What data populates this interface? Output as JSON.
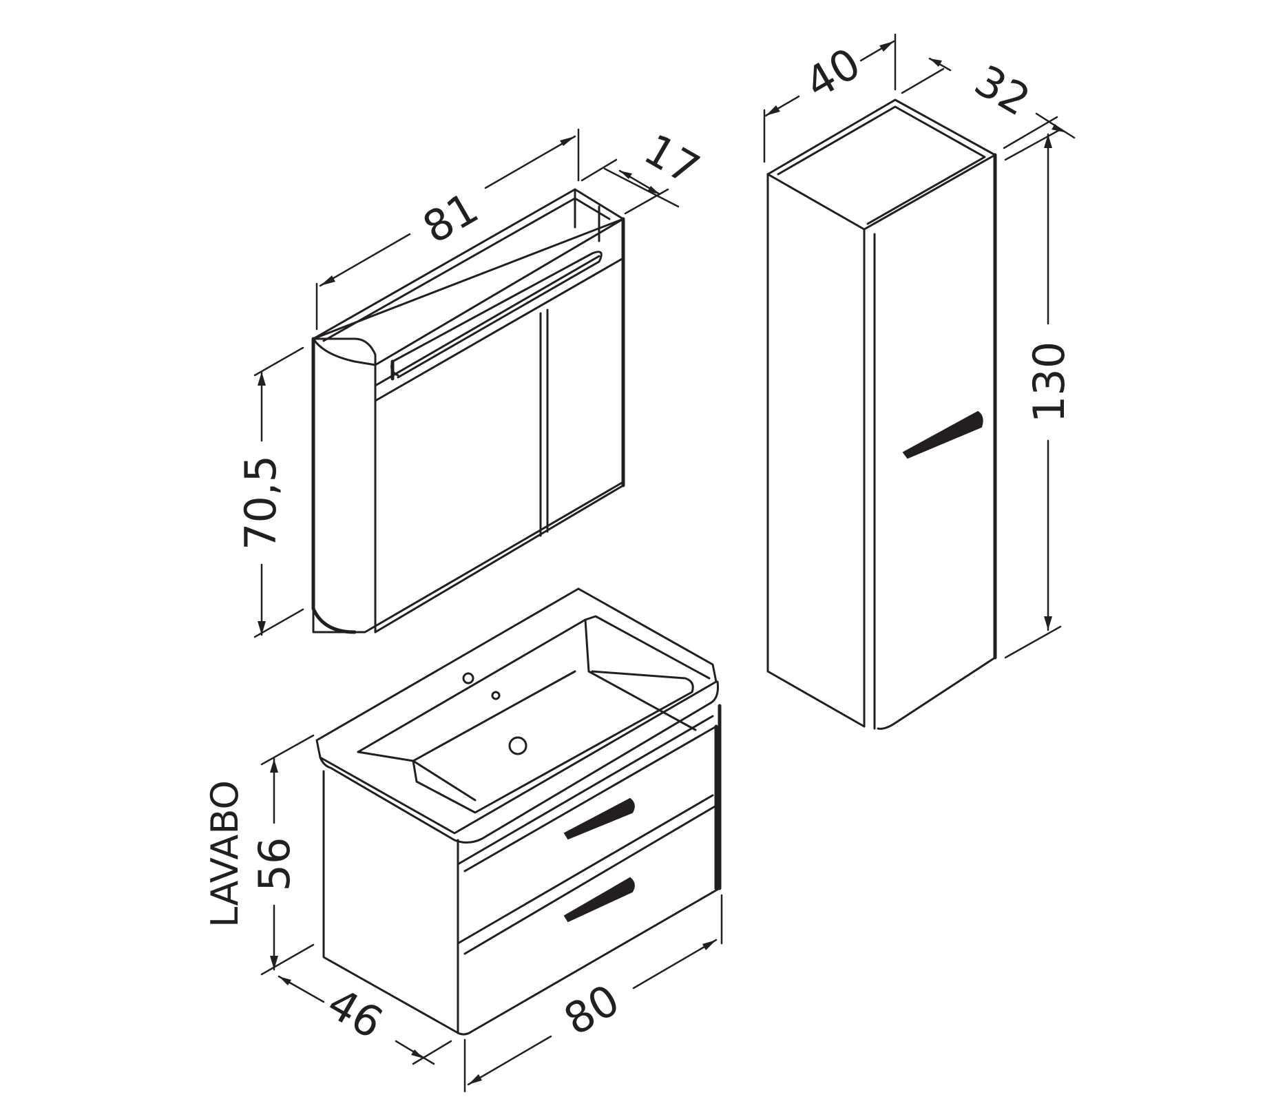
{
  "dimensions": {
    "mirror_cabinet_width": "81",
    "mirror_cabinet_depth": "17",
    "mirror_cabinet_height": "70,5",
    "tall_cabinet_width": "40",
    "tall_cabinet_depth": "32",
    "tall_cabinet_height": "130",
    "vanity_height": "56",
    "vanity_depth": "46",
    "vanity_width": "80"
  },
  "labels": {
    "vanity_label": "LAVABO"
  }
}
